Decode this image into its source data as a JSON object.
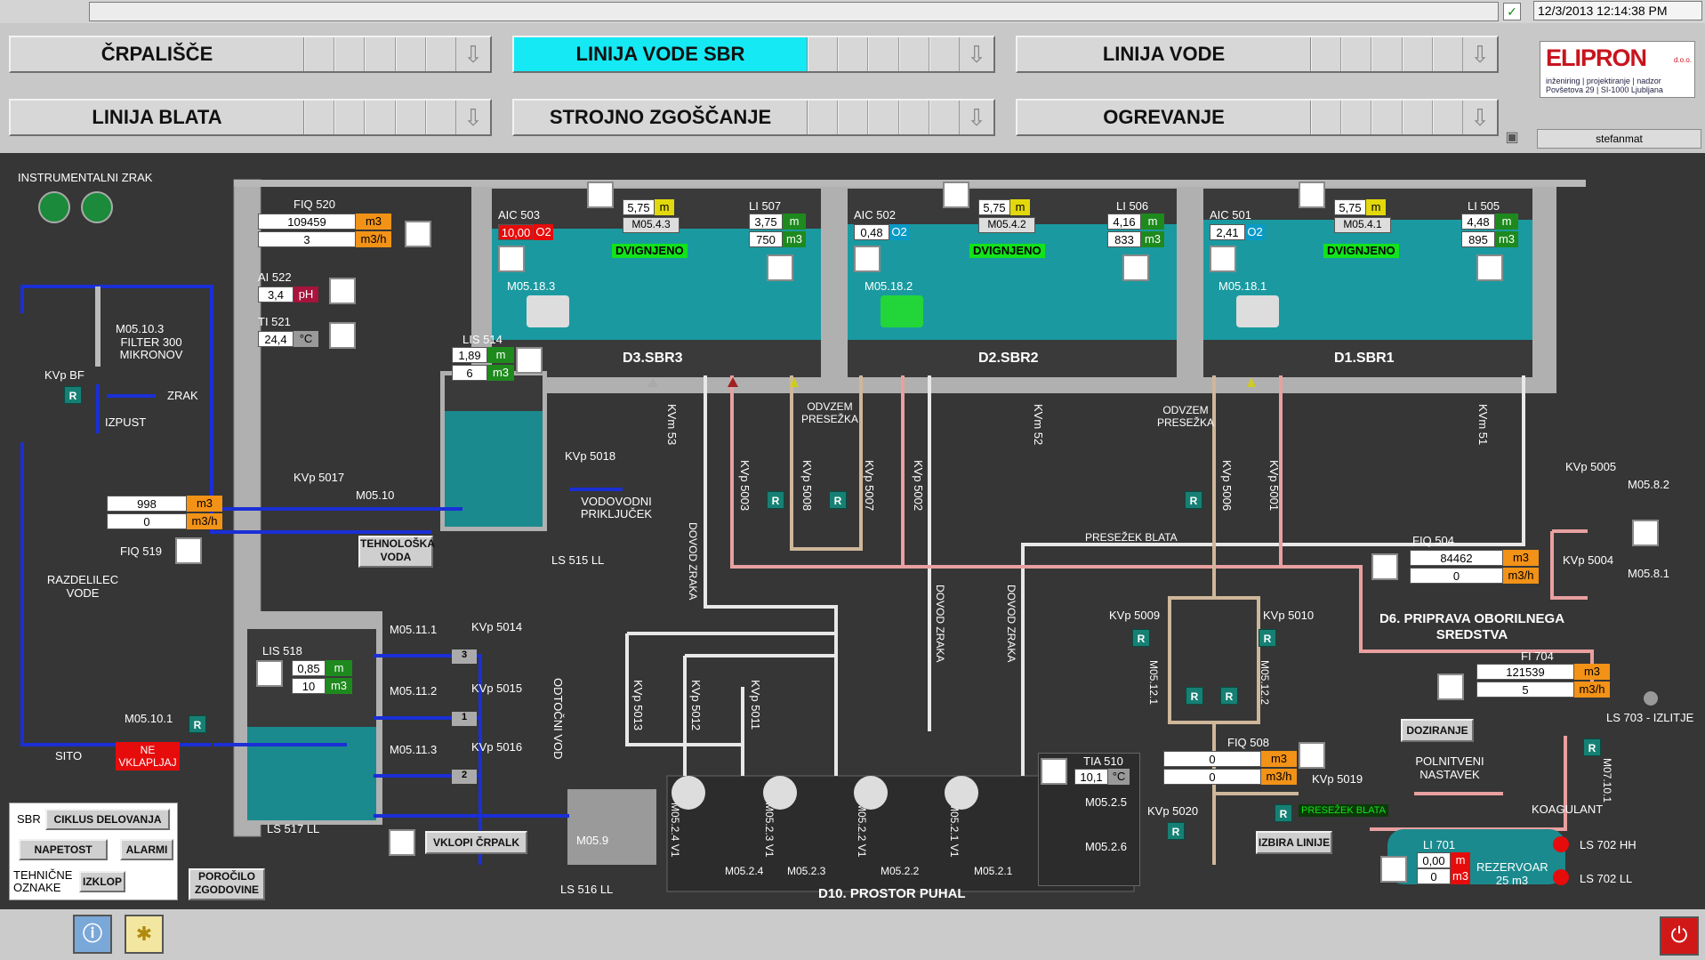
{
  "top": {
    "datetime": "12/3/2013 12:14:38 PM",
    "user": "stefanmat"
  },
  "nav": [
    {
      "label": "ČRPALIŠČE",
      "active": false
    },
    {
      "label": "LINIJA VODE SBR",
      "active": true
    },
    {
      "label": "LINIJA VODE",
      "active": false
    },
    {
      "label": "LINIJA BLATA",
      "active": false
    },
    {
      "label": "STROJNO ZGOŠČANJE",
      "active": false
    },
    {
      "label": "OGREVANJE",
      "active": false
    }
  ],
  "logo": {
    "brand": "ELIPRON",
    "suffix": "d.o.o.",
    "line1": "inženiring | projektiranje | nadzor",
    "line2": "Povšetova 29 | SI-1000 Ljubljana"
  },
  "instrumental_air": "INSTRUMENTALNI ZRAK",
  "filter": {
    "id": "M05.10.3",
    "name": "FILTER 300 MIKRONOV",
    "valve": "KVp BF",
    "air": "ZRAK",
    "drain": "IZPUST"
  },
  "fiq520": {
    "label": "FIQ 520",
    "total": "109459",
    "total_unit": "m3",
    "flow": "3",
    "flow_unit": "m3/h"
  },
  "ai522": {
    "label": "AI 522",
    "value": "3,4",
    "unit": "pH"
  },
  "ti521": {
    "label": "TI 521",
    "value": "24,4",
    "unit": "°C"
  },
  "lis514": {
    "label": "LIS 514",
    "v1": "1,89",
    "u1": "m",
    "v2": "6",
    "u2": "m3",
    "ls": "LS 515 LL"
  },
  "kvp5018": {
    "label": "KVp 5018",
    "outlet": "VODOVODNI PRIKLJUČEK"
  },
  "kvp5017": {
    "label": "KVp 5017"
  },
  "m0510": {
    "label": "M05.10",
    "button": "TEHNOLOŠKA VODA"
  },
  "fiq519": {
    "label": "FIQ 519",
    "total": "998",
    "total_unit": "m3",
    "flow": "0",
    "flow_unit": "m3/h",
    "distributor": "RAZDELILEC VODE"
  },
  "sito": {
    "label": "SITO",
    "pump": "M05.10.1",
    "alarm": "NE VKLAPLJAJ"
  },
  "lis518": {
    "label": "LIS 518",
    "v1": "0,85",
    "u1": "m",
    "v2": "10",
    "u2": "m3",
    "ls": "LS 517 LL"
  },
  "pumps518": [
    {
      "m": "M05.11.1",
      "kvp": "KVp 5014",
      "n": "3"
    },
    {
      "m": "M05.11.2",
      "kvp": "KVp 5015",
      "n": "1"
    },
    {
      "m": "M05.11.3",
      "kvp": "KVp 5016",
      "n": "2"
    }
  ],
  "odtocni": "ODTOČNI VOD",
  "vklopi": "VKLOPI ČRPALK",
  "ls516": {
    "label": "LS 516 LL",
    "pump": "M05.9"
  },
  "sbr_panel": {
    "sbr": "SBR",
    "ciklus": "CIKLUS DELOVANJA",
    "napetost": "NAPETOST",
    "alarmi": "ALARMI",
    "tehnicne": "TEHNIČNE OZNAKE",
    "izklop": "IZKLOP"
  },
  "porocilo": "POROČILO ZGODOVINE",
  "tanks": [
    {
      "name": "D3.SBR3",
      "aic": "AIC 503",
      "aic_val": "10,00",
      "aic_unit": "O2",
      "lvl": "5,75",
      "lvl_u": "m",
      "mix": "M05.4.3",
      "state": "DVIGNJENO",
      "li": "LI 507",
      "li1": "3,75",
      "li1u": "m",
      "li2": "750",
      "li2u": "m3",
      "motor": "M05.18.3",
      "kvm": "KVm 53"
    },
    {
      "name": "D2.SBR2",
      "aic": "AIC 502",
      "aic_val": "0,48",
      "aic_unit": "O2",
      "lvl": "5,75",
      "lvl_u": "m",
      "mix": "M05.4.2",
      "state": "DVIGNJENO",
      "li": "LI 506",
      "li1": "4,16",
      "li1u": "m",
      "li2": "833",
      "li2u": "m3",
      "motor": "M05.18.2",
      "kvm": "KVm 52"
    },
    {
      "name": "D1.SBR1",
      "aic": "AIC 501",
      "aic_val": "2,41",
      "aic_unit": "O2",
      "lvl": "5,75",
      "lvl_u": "m",
      "mix": "M05.4.1",
      "state": "DVIGNJENO",
      "li": "LI 505",
      "li1": "4,48",
      "li1u": "m",
      "li2": "895",
      "li2u": "m3",
      "motor": "M05.18.1",
      "kvm": "KVm 51"
    }
  ],
  "valves_mid": [
    "KVp 5003",
    "KVp 5008",
    "KVp 5007",
    "KVp 5002",
    "KVp 5006",
    "KVp 5001"
  ],
  "odvzem": "ODVZEM PRESEŽKA",
  "dovod": "DOVOD ZRAKA",
  "presezek": "PRESEŽEK BLATA",
  "valves_low": [
    "KVp 5013",
    "KVp 5012",
    "KVp 5011"
  ],
  "blowers": [
    {
      "id": "M05.2.4",
      "v": "M05.2.4 V1"
    },
    {
      "id": "M05.2.3",
      "v": "M05.2.3 V1"
    },
    {
      "id": "M05.2.2",
      "v": "M05.2.2 V1"
    },
    {
      "id": "M05.2.1",
      "v": "M05.2.1 V1"
    }
  ],
  "blower_room": "D10. PROSTOR PUHAL",
  "tia510": {
    "label": "TIA 510",
    "value": "10,1",
    "unit": "°C",
    "m1": "M05.2.5",
    "m2": "M05.2.6"
  },
  "kvp5009": "KVp 5009",
  "kvp5010": "KVp 5010",
  "m05121": "M05.12.1",
  "m05122": "M05.12.2",
  "fiq508": {
    "label": "FIQ 508",
    "total": "0",
    "total_unit": "m3",
    "flow": "0",
    "flow_unit": "m3/h"
  },
  "kvp5019": "KVp 5019",
  "kvp5020": "KVp 5020",
  "presezek_badge": "PRESEŽEK BLATA",
  "izbira": "IZBIRA LINIJE",
  "fiq504": {
    "label": "FIQ 504",
    "total": "84462",
    "total_unit": "m3",
    "flow": "0",
    "flow_unit": "m3/h"
  },
  "kvp5005": "KVp 5005",
  "kvp5004": "KVp 5004",
  "m0582": "M05.8.2",
  "m0581": "M05.8.1",
  "d6": "D6. PRIPRAVA OBORILNEGA SREDSTVA",
  "fi704": {
    "label": "FI 704",
    "total": "121539",
    "total_unit": "m3",
    "flow": "5",
    "flow_unit": "m3/h"
  },
  "doziranje": "DOZIRANJE",
  "ls703": "LS 703 - IZLITJE",
  "polnitveni": "POLNITVENI NASTAVEK",
  "koagulant": "KOAGULANT",
  "m07101": "M07.10.1",
  "li701": {
    "label": "LI 701",
    "v1": "0,00",
    "u1": "m",
    "v2": "0",
    "u2": "m3",
    "tank": "REZERVOAR 25 m3",
    "hh": "LS 702 HH",
    "ll": "LS 702 LL"
  }
}
